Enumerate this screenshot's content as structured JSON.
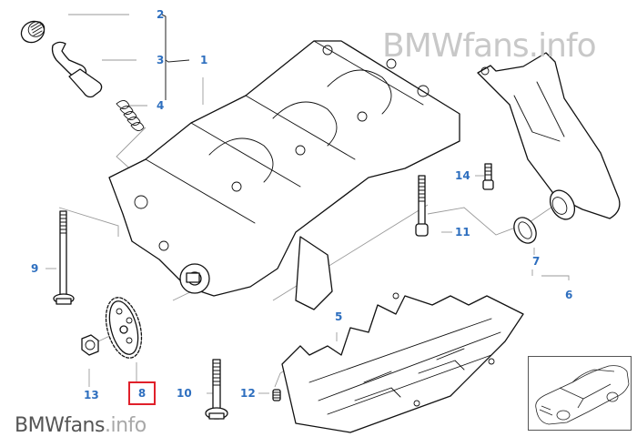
{
  "diagram": {
    "title": "Oil pump with balance shaft assembly parts diagram",
    "watermark_top": "BMWfans.info",
    "watermark_bottom_brand": "BMWfans",
    "watermark_bottom_tld": ".info",
    "label_color": "#2e6fbf",
    "highlight_color": "#e0202a",
    "selected_part": "8",
    "callouts": [
      {
        "id": "1",
        "label": "1",
        "part": "balance-shaft-housing"
      },
      {
        "id": "2",
        "label": "2",
        "part": "screw-plug"
      },
      {
        "id": "3",
        "label": "3",
        "part": "pressure-relief-piston"
      },
      {
        "id": "4",
        "label": "4",
        "part": "compression-spring"
      },
      {
        "id": "5",
        "label": "5",
        "part": "oil-baffle-plate"
      },
      {
        "id": "6",
        "label": "6",
        "part": "oil-suction-pipe"
      },
      {
        "id": "7",
        "label": "7",
        "part": "o-ring"
      },
      {
        "id": "8",
        "label": "8",
        "part": "sprocket",
        "selected": true
      },
      {
        "id": "9",
        "label": "9",
        "part": "long-bolt"
      },
      {
        "id": "10",
        "label": "10",
        "part": "hex-bolt"
      },
      {
        "id": "11",
        "label": "11",
        "part": "socket-head-bolt"
      },
      {
        "id": "12",
        "label": "12",
        "part": "short-screw"
      },
      {
        "id": "13",
        "label": "13",
        "part": "hex-nut"
      },
      {
        "id": "14",
        "label": "14",
        "part": "fillister-head-screw"
      }
    ],
    "thumbnail": {
      "icon": "car-thumbnail-icon",
      "alt": "vehicle overview"
    }
  }
}
